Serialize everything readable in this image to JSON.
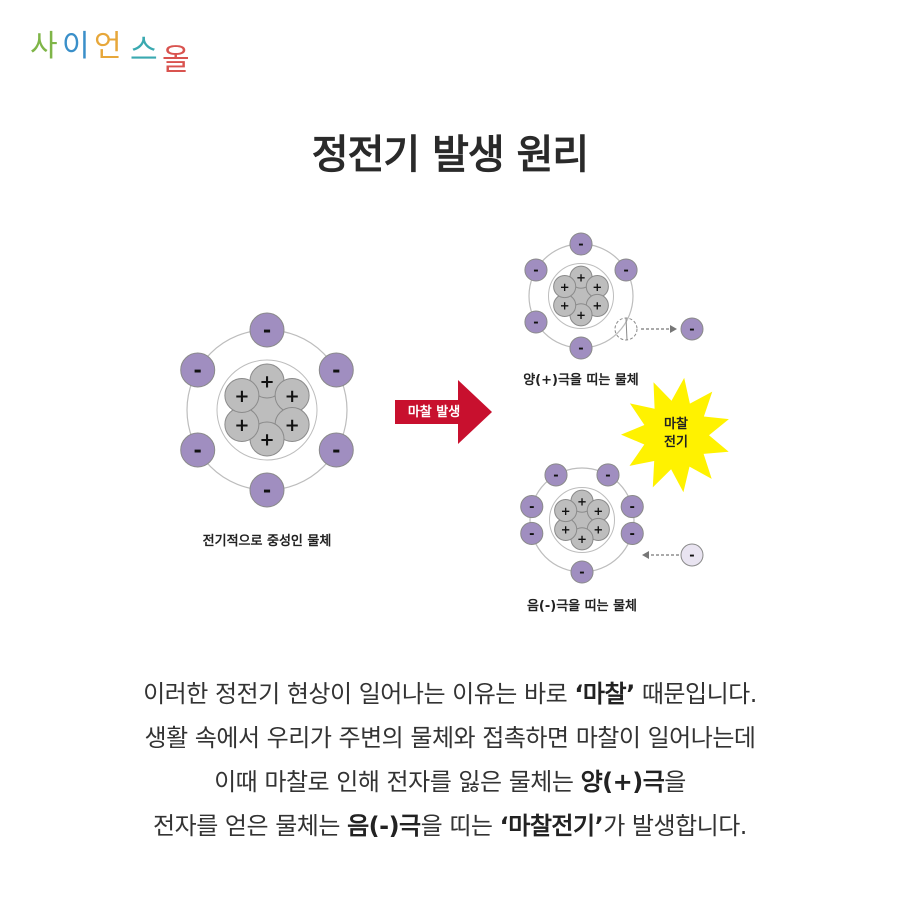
{
  "logo": {
    "text": "사이언스올",
    "chars": [
      "사",
      "이",
      "언",
      "스",
      "올"
    ],
    "colors": [
      "#7fb548",
      "#3a8fc9",
      "#e7a73a",
      "#3aa9b0",
      "#d9534f"
    ]
  },
  "title": "정전기 발생 원리",
  "diagram": {
    "neutral_caption": "전기적으로 중성인 물체",
    "arrow_label": "마찰 발생",
    "positive_caption": "양(+)극을 띠는 물체",
    "negative_caption": "음(-)극을 띠는 물체",
    "burst_label_line1": "마찰",
    "burst_label_line2": "전기",
    "electron_symbol": "-",
    "proton_symbol": "+",
    "colors": {
      "electron": "#a08ec0",
      "electron_free": "#e9e4f1",
      "proton": "#bdbdbd",
      "arrow": "#c8102e",
      "burst": "#fff200"
    }
  },
  "paragraph": {
    "l1_a": "이러한 정전기 현상이 일어나는 이유는 바로 ",
    "l1_b": "‘마찰’",
    "l1_c": " 때문입니다.",
    "l2": "생활 속에서 우리가 주변의 물체와 접촉하면 마찰이 일어나는데",
    "l3_a": "이때 마찰로 인해 전자를 잃은 물체는 ",
    "l3_b": "양(+)극",
    "l3_c": "을",
    "l4_a": "전자를 얻은 물체는 ",
    "l4_b": "음(-)극",
    "l4_c": "을 띠는 ",
    "l4_d": "‘마찰전기’",
    "l4_e": "가 발생합니다."
  }
}
